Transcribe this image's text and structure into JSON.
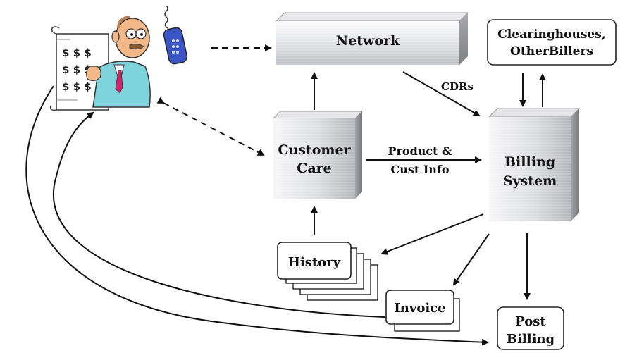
{
  "diagram": {
    "nodes": {
      "network": "Network",
      "clearinghouses_line1": "Clearinghouses,",
      "clearinghouses_line2": "OtherBillers",
      "customer_care_line1": "Customer",
      "customer_care_line2": "Care",
      "billing_line1": "Billing",
      "billing_line2": "System",
      "history": "History",
      "invoice": "Invoice",
      "post_billing_line1": "Post",
      "post_billing_line2": "Billing"
    },
    "edge_labels": {
      "cdrs": "CDRs",
      "product_line1": "Product &",
      "product_line2": "Cust Info"
    },
    "bill_symbols": [
      "$ $ $",
      "$ $ $",
      "$ $ $"
    ],
    "icons": [
      "customer-with-bill-icon",
      "telephone-icon"
    ],
    "colors": {
      "ink": "#111111",
      "box_light": "#f4f4f6",
      "box_mid": "#c9cace",
      "box_dark": "#8d8e93",
      "skin": "#f2b889",
      "shirt": "#7fd3dd",
      "phone": "#3b54c6"
    }
  }
}
